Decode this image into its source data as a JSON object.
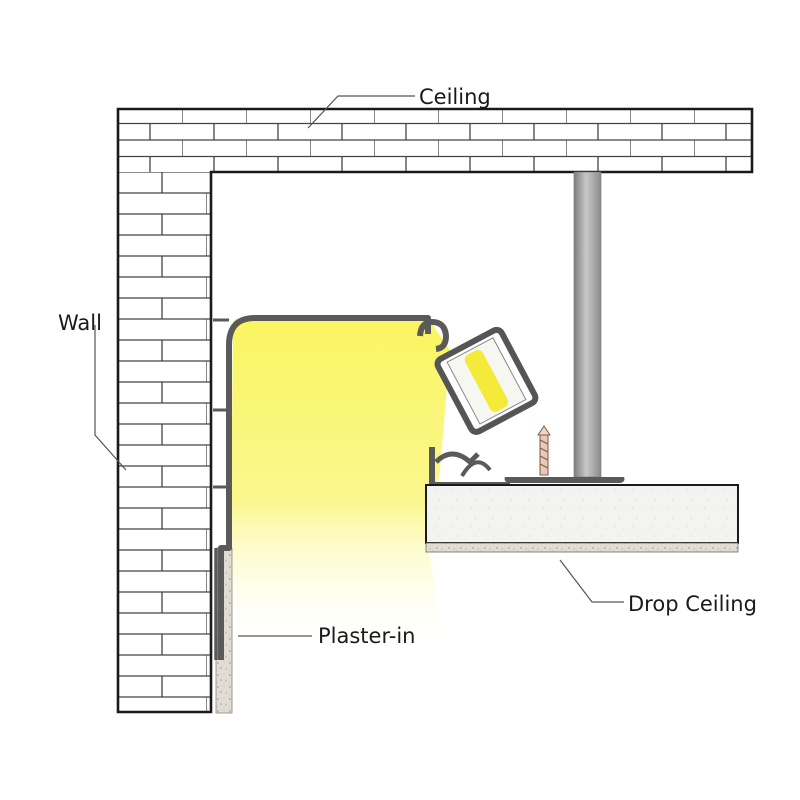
{
  "labels": {
    "ceiling": "Ceiling",
    "wall": "Wall",
    "plaster_in": "Plaster-in",
    "drop_ceiling": "Drop Ceiling"
  },
  "colors": {
    "brick_outline": "#1a1a1a",
    "brick_line": "#444444",
    "light_glow": "#fbf86a",
    "led_strip": "#f6ec3a",
    "profile": "#5c5c5c",
    "plaster": "#ddd8cf",
    "board": "#f2f2f2",
    "hanger_rod": "#9a9a9a"
  }
}
